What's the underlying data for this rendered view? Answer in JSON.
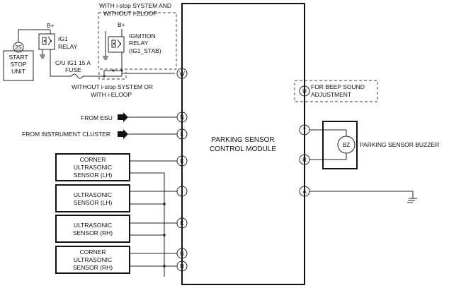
{
  "labels": {
    "bplus_1": "B+",
    "bplus_2": "B+",
    "ig1_relay_l1": "IG1",
    "ig1_relay_l2": "RELAY",
    "ss_badge": "2S",
    "ss_l1": "START",
    "ss_l2": "STOP",
    "ss_l3": "UNIT",
    "ign_relay_l1": "IGNITION",
    "ign_relay_l2": "RELAY",
    "ign_relay_l3": "(IG1_STAB)",
    "with_istop_l1": "WITH i-stop SYSTEM AND",
    "with_istop_l2": "WITHOUT i-ELOOP",
    "fuse_l1": "C/U IG1 15 A",
    "fuse_l2": "FUSE",
    "without_istop_l1": "WITHOUT i-stop SYSTEM OR",
    "without_istop_l2": "WITH i-ELOOP",
    "from_esu": "FROM ESU",
    "from_cluster": "FROM INSTRUMENT CLUSTER",
    "module_l1": "PARKING SENSOR",
    "module_l2": "CONTROL MODULE",
    "beep_l1": "FOR BEEP SOUND",
    "beep_l2": "ADJUSTMENT",
    "buzzer_badge": "BZ",
    "buzzer_name": "PARKING SENSOR BUZZER"
  },
  "pins": {
    "W": "W",
    "N": "N",
    "L": "L",
    "E": "E",
    "I": "I",
    "K": "K",
    "G": "G",
    "H": "H",
    "U": "U",
    "T": "T",
    "R": "R",
    "A": "A"
  },
  "sensors": [
    {
      "l1": "CORNER",
      "l2": "ULTRASONIC",
      "l3": "SENSOR (LH)"
    },
    {
      "l1": "ULTRASONIC",
      "l2": "SENSOR (LH)"
    },
    {
      "l1": "ULTRASONIC",
      "l2": "SENSOR (RH)"
    },
    {
      "l1": "CORNER",
      "l2": "ULTRASONIC",
      "l3": "SENSOR (RH)"
    }
  ]
}
